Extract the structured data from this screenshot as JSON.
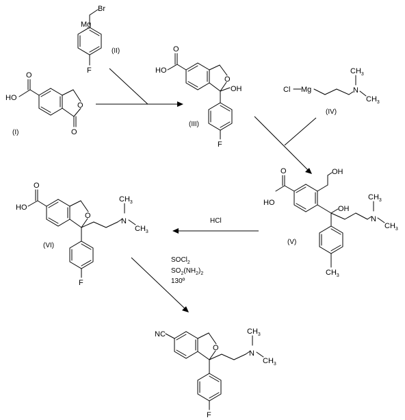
{
  "compounds": {
    "I": {
      "label": "(I)"
    },
    "II": {
      "label": "(II)",
      "mg": "Mg",
      "br": "Br",
      "f": "F"
    },
    "III": {
      "label": "(III)",
      "ho": "HO",
      "oh": "OH",
      "o": "O",
      "f": "F"
    },
    "IV": {
      "label": "(IV)",
      "cl_mg": "Cl",
      "mg": "Mg",
      "n": "N",
      "ch3_top": "CH",
      "ch3_bot": "CH"
    },
    "V": {
      "label": "(V)",
      "ho": "HO",
      "oh_top": "OH",
      "oh_mid": "OH",
      "n": "N",
      "ch3_top": "CH",
      "ch3_bot": "CH",
      "ch3_ring": "CH"
    },
    "VI": {
      "label": "(VI)",
      "ho": "HO",
      "o": "O",
      "n": "N",
      "ch3_top": "CH",
      "ch3_bot": "CH",
      "f": "F"
    },
    "VII": {
      "cn": "NC",
      "o": "O",
      "n": "N",
      "ch3_top": "CH",
      "ch3_bot": "CH",
      "f": "F"
    },
    "I_atoms": {
      "ho": "HO",
      "o_ring": "O",
      "o_keto": "O"
    }
  },
  "reagents": {
    "hcl": "HCl",
    "socl": "SOCl",
    "so2nh": "SO",
    "so2nh_rest": "(NH",
    "temp": "130º"
  },
  "subscripts": {
    "two": "2",
    "three": "3"
  }
}
